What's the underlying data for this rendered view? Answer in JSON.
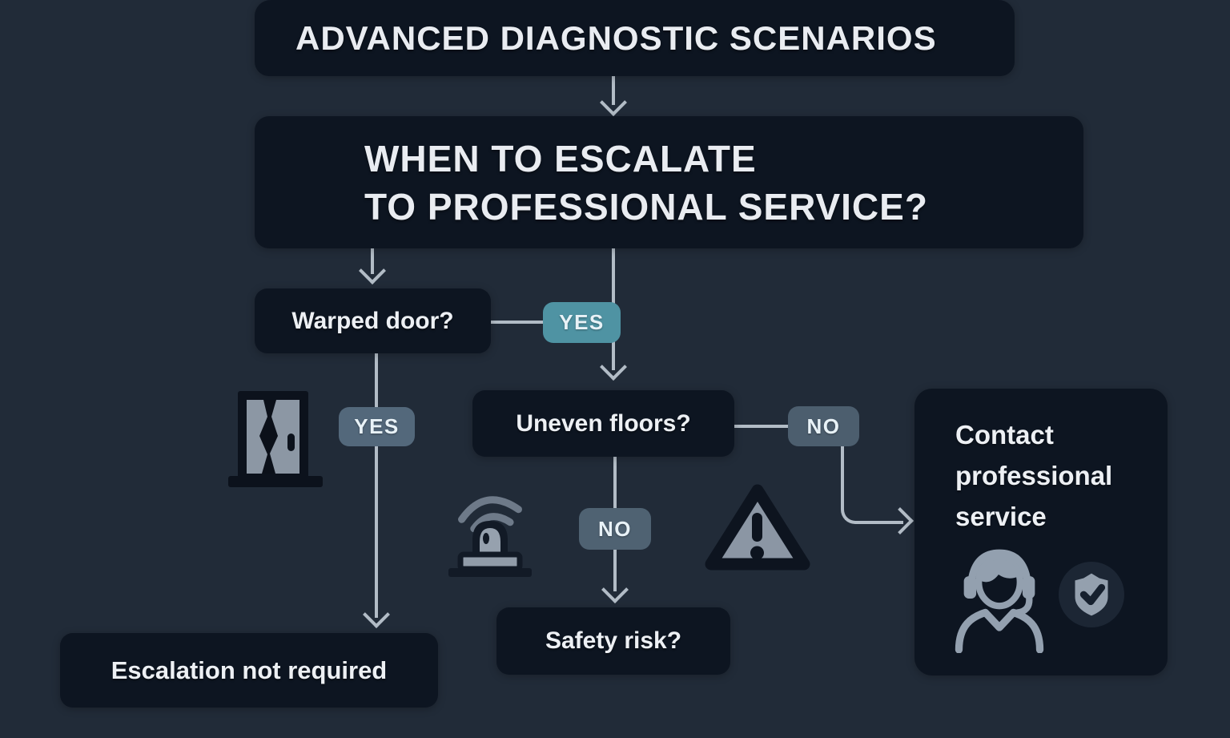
{
  "header": {
    "title": "ADVANCED DIAGNOSTIC SCENARIOS"
  },
  "question": {
    "line1": "WHEN TO ESCALATE",
    "line2": "TO PROFESSIONAL SERVICE?"
  },
  "nodes": {
    "warped_door": {
      "label": "Warped door?"
    },
    "uneven_floors": {
      "label": "Uneven floors?"
    },
    "safety_risk": {
      "label": "Safety risk?"
    },
    "escalation_not_required": {
      "label": "Escalation not required"
    },
    "contact_service": {
      "line1": "Contact",
      "line2": "professional",
      "line3": "service"
    }
  },
  "badges": {
    "warped_door_yes": "YES",
    "door_branch_yes": "YES",
    "uneven_floors_no": "NO",
    "floors_branch_no": "NO"
  },
  "icons": {
    "warped_door": "warped-door-icon",
    "siren": "siren-alarm-icon",
    "warning": "warning-triangle-icon",
    "support_agent": "support-agent-headset-icon",
    "shield_check": "shield-check-icon"
  },
  "colors": {
    "background": "#212b38",
    "node_box": "#0d1521",
    "accent_teal": "#4f93a3",
    "badge_slate_yes": "#53687b",
    "badge_slate_no": "#4c5e6e",
    "connector": "#b2bcc6",
    "icon_gray": "#8e99a7",
    "text": "#eceff3"
  }
}
